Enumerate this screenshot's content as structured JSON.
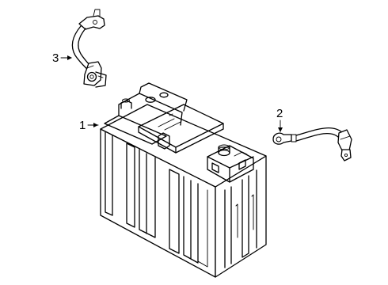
{
  "callouts": [
    {
      "number": "1",
      "part": "battery"
    },
    {
      "number": "2",
      "part": "negative-battery-cable"
    },
    {
      "number": "3",
      "part": "positive-battery-cable"
    }
  ]
}
